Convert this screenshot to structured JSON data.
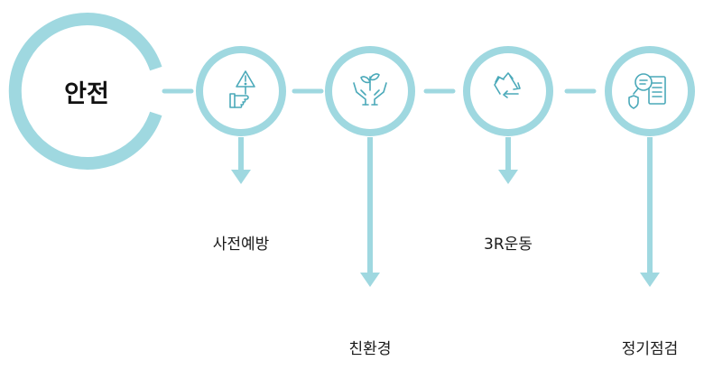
{
  "colors": {
    "accent": "#9fd8e0",
    "icon": "#4aa9b9",
    "text": "#1a1a1a"
  },
  "main": {
    "label": "안전"
  },
  "steps": [
    {
      "label": "사전예방",
      "icon": "hand-holding-warning-sign-icon"
    },
    {
      "label": "친환경",
      "icon": "hands-holding-plant-icon"
    },
    {
      "label": "3R운동",
      "icon": "recycle-icon"
    },
    {
      "label": "정기점검",
      "icon": "magnifier-checklist-icon"
    }
  ]
}
